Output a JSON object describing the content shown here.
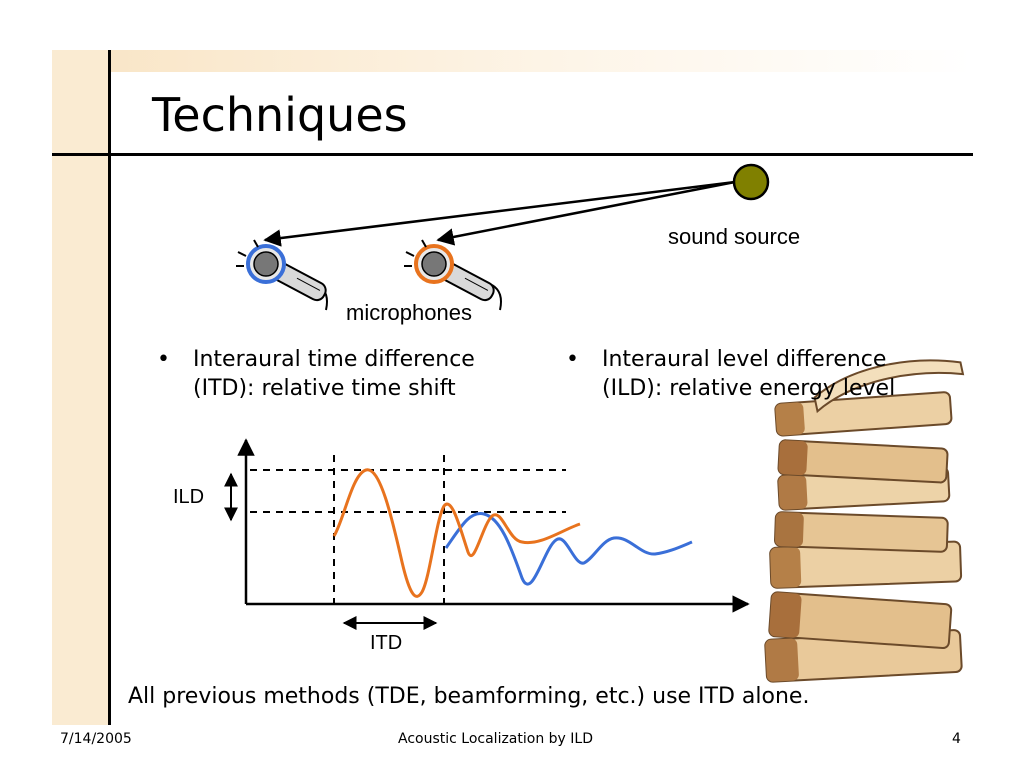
{
  "slide": {
    "title": "Techniques",
    "labels": {
      "sound_source": "sound source",
      "microphones": "microphones",
      "ild": "ILD",
      "itd": "ITD"
    },
    "bullets": [
      {
        "line1": "Interaural time difference",
        "line2": "(ITD): relative time shift"
      },
      {
        "line1": "Interaural level difference",
        "line2": "(ILD): relative energy level"
      }
    ],
    "summary": "All previous methods (TDE, beamforming, etc.) use ITD alone.",
    "footer": {
      "date": "7/14/2005",
      "center": "Acoustic Localization by ILD",
      "page": "4"
    }
  },
  "colors": {
    "accent_band": "#faebd2",
    "source": "#808000",
    "mic_left_ring": "#3a6fd8",
    "mic_right_ring": "#e8731e",
    "wave_orange": "#e8731e",
    "wave_blue": "#3a6fd8"
  },
  "icons": [
    "microphone-icon",
    "microphone-icon",
    "book-stack-icon"
  ]
}
